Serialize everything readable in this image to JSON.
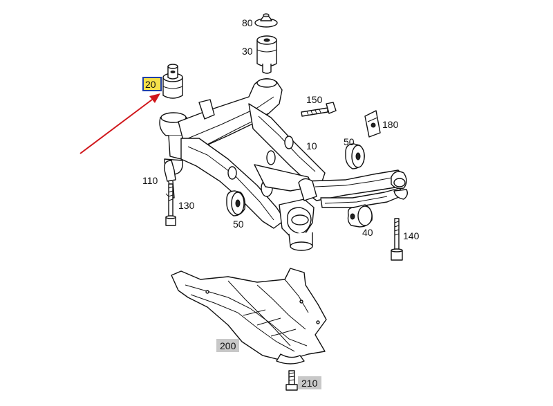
{
  "diagram": {
    "callouts": {
      "c80": "80",
      "c30": "30",
      "c20": "20",
      "c150": "150",
      "c180": "180",
      "c10": "10",
      "c50_right": "50",
      "c110": "110",
      "c130": "130",
      "c50_center": "50",
      "c40": "40",
      "c140": "140",
      "c200": "200",
      "c210": "210"
    },
    "colors": {
      "highlight_fill": "#f5e04a",
      "highlight_border": "#1f3fa8",
      "gray_label_bg": "#c8c8c8",
      "arrow": "#d0161b"
    }
  }
}
